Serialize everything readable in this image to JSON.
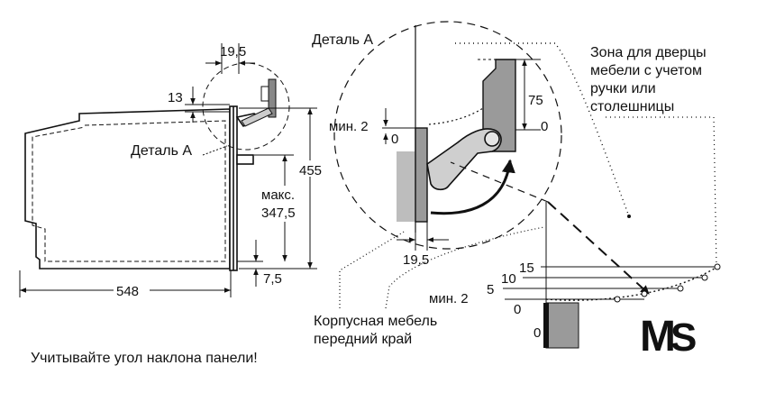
{
  "labels": {
    "detail_a_top": "Деталь A",
    "detail_a_left": "Деталь A",
    "zone_text": [
      "Зона для дверцы",
      "мебели с учетом",
      "ручки или",
      "столешницы"
    ],
    "cabinet_text": [
      "Корпусная мебель",
      "передний край"
    ],
    "min2_top": "мин. 2",
    "min2_bottom": "мин. 2",
    "max_text": [
      "макс.",
      "347,5"
    ],
    "footer_note": "Учитывайте угол наклона панели!"
  },
  "dimensions": {
    "d548": "548",
    "d455": "455",
    "d19_5_top": "19,5",
    "d19_5_detail": "19,5",
    "d13": "13",
    "d7_5": "7,5",
    "d75": "75",
    "d0_detail_right": "0",
    "d0_detail_left": "0",
    "scale": [
      "15",
      "10",
      "5",
      "0"
    ],
    "scale_zero_bottom": "0"
  },
  "logo": {
    "letters": [
      "M",
      "S"
    ],
    "colors": {
      "m": "#22cc22",
      "s": "#1f5faa"
    }
  }
}
